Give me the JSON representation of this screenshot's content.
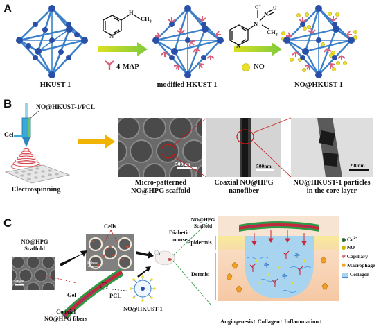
{
  "panelA": {
    "letter": "A",
    "label_hkust": "HKUST-1",
    "label_modified": "modified HKUST-1",
    "label_no": "NO@HKUST-1",
    "reagent1": "4-MAP",
    "reagent2": "NO",
    "methyl": "CH",
    "methyl_sub": "3",
    "amine": "N",
    "amine_h": "H"
  },
  "panelB": {
    "letter": "B",
    "nozzle_label": "NO@HKUST-1/PCL",
    "gel_label": "Gel",
    "process_label": "Electrospinning",
    "img1_caption_line1": "Micro-patterned",
    "img1_caption_line2": "NO@HPG scaffold",
    "img1_scale": "500μm",
    "img2_caption_line1": "Coaxial NO@HPG",
    "img2_caption_line2": "nanofiber",
    "img2_scale": "500nm",
    "img3_caption_line1": "NO@HKUST-1 particles",
    "img3_caption_line2": "in the core layer",
    "img3_scale": "200nm"
  },
  "panelC": {
    "letter": "C",
    "scaffold_label_line1": "NO@HPG",
    "scaffold_label_line2": "Scaffold",
    "cells_label": "Cells",
    "scale_small": "500μm",
    "scale_small2": "500μm",
    "mouse_label_line1": "Diabetic",
    "mouse_label_line2": "mouse",
    "gel_label": "Gel",
    "pcl_label": "PCL",
    "fibers_label_line1": "Coaxial",
    "fibers_label_line2": "NO@HPG fibers",
    "hkust_label": "NO@HKUST-1",
    "skin_scaffold_line1": "NO@HPG",
    "skin_scaffold_line2": "Scaffold",
    "epidermis": "Epidermis",
    "dermis": "Dermis",
    "legend": {
      "cu": "Cu",
      "cu_sup": "2+",
      "no": "NO",
      "capillary": "Capillary",
      "macrophage": "Macrophage",
      "collagen": "Collagen"
    },
    "outcome": "Angiogenesis↑ Collagen↑ Inflammation↓"
  },
  "colors": {
    "mof_blue": "#2a4fa8",
    "mof_edge": "#3b80c8",
    "arrow_yellow": "#f0b400",
    "arrow_green": "#7ecb3c",
    "linker_pink": "#d9607a",
    "no_yellow": "#e8e02a",
    "fiber_red": "#c8283a",
    "fiber_green": "#2e9a48",
    "skin_blue": "#a8d4ef",
    "dermis_peach": "#f6cba8",
    "epidermis_yellow": "#f8ea9a"
  }
}
